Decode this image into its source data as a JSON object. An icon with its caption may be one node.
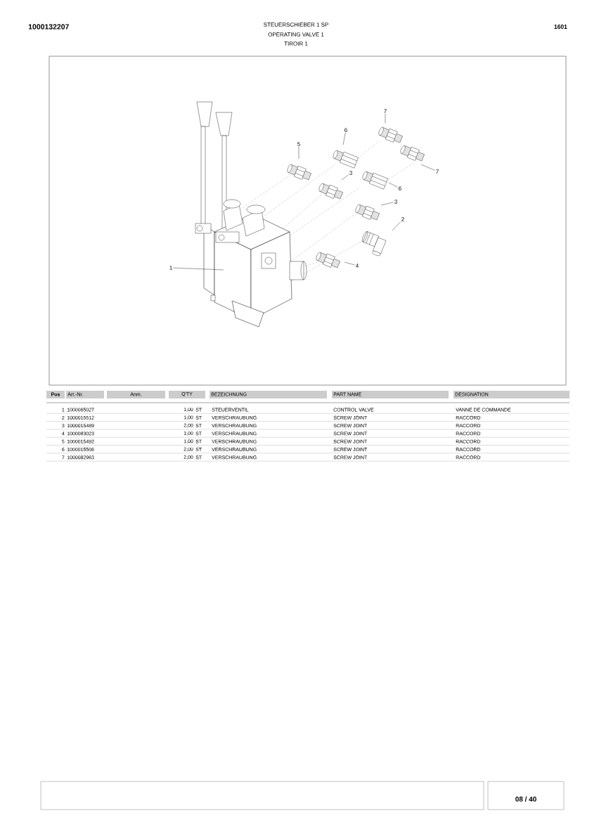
{
  "diagram": {
    "nodes": [
      {
        "text": [
          "1"
        ]
      },
      {
        "text": [
          "5"
        ]
      },
      {
        "text": [
          "6"
        ]
      },
      {
        "text": [
          "7"
        ]
      },
      {
        "text": [
          "3"
        ]
      },
      {
        "text": [
          "7"
        ]
      },
      {
        "text": [
          "6"
        ]
      },
      {
        "text": [
          "3"
        ]
      },
      {
        "text": [
          "2"
        ]
      },
      {
        "text": [
          "4"
        ]
      }
    ],
    "edges": [
      {
        "from": 0,
        "to": null,
        "arrow": "none"
      },
      {
        "from": 1,
        "to": null,
        "arrow": "none"
      },
      {
        "from": 2,
        "to": null,
        "arrow": "none"
      },
      {
        "from": 3,
        "to": null,
        "arrow": "none"
      },
      {
        "from": 4,
        "to": null,
        "arrow": "none"
      },
      {
        "from": 5,
        "to": null,
        "arrow": "none"
      },
      {
        "from": 6,
        "to": null,
        "arrow": "none"
      },
      {
        "from": 7,
        "to": null,
        "arrow": "none"
      },
      {
        "from": 8,
        "to": null,
        "arrow": "none"
      },
      {
        "from": 9,
        "to": null,
        "arrow": "none"
      }
    ],
    "labels": [
      "1000132207",
      "STEUERSCHIEBER 1 SP",
      "OPERATING VALVE 1",
      "TIROIR 1",
      "1601",
      "Pos",
      "Art.-Nr.",
      "Anm.",
      "Q'TY",
      "BEZEICHNUNG",
      "PART NAME",
      "DESIGNATION",
      "1",
      "1000065027",
      "1,00",
      "ST",
      "STEUERVENTIL",
      "CONTROL VALVE",
      "VANNE DE COMMANDE",
      "2",
      "1000015512",
      "1,00",
      "ST",
      "VERSCHRAUBUNG",
      "SCREW JOINT",
      "RACCORD",
      "3",
      "1000015489",
      "2,00",
      "ST",
      "VERSCHRAUBUNG",
      "SCREW JOINT",
      "RACCORD",
      "4",
      "1000083023",
      "1,00",
      "ST",
      "VERSCHRAUBUNG",
      "SCREW JOINT",
      "RACCORD",
      "5",
      "1000015492",
      "1,00",
      "ST",
      "VERSCHRAUBUNG",
      "SCREW JOINT",
      "RACCORD",
      "6",
      "1000015506",
      "2,00",
      "ST",
      "VERSCHRAUBUNG",
      "SCREW JOINT",
      "RACCORD",
      "7",
      "1000082963",
      "2,00",
      "ST",
      "VERSCHRAUBUNG",
      "SCREW JOINT",
      "RACCORD",
      "08 / 40"
    ]
  }
}
